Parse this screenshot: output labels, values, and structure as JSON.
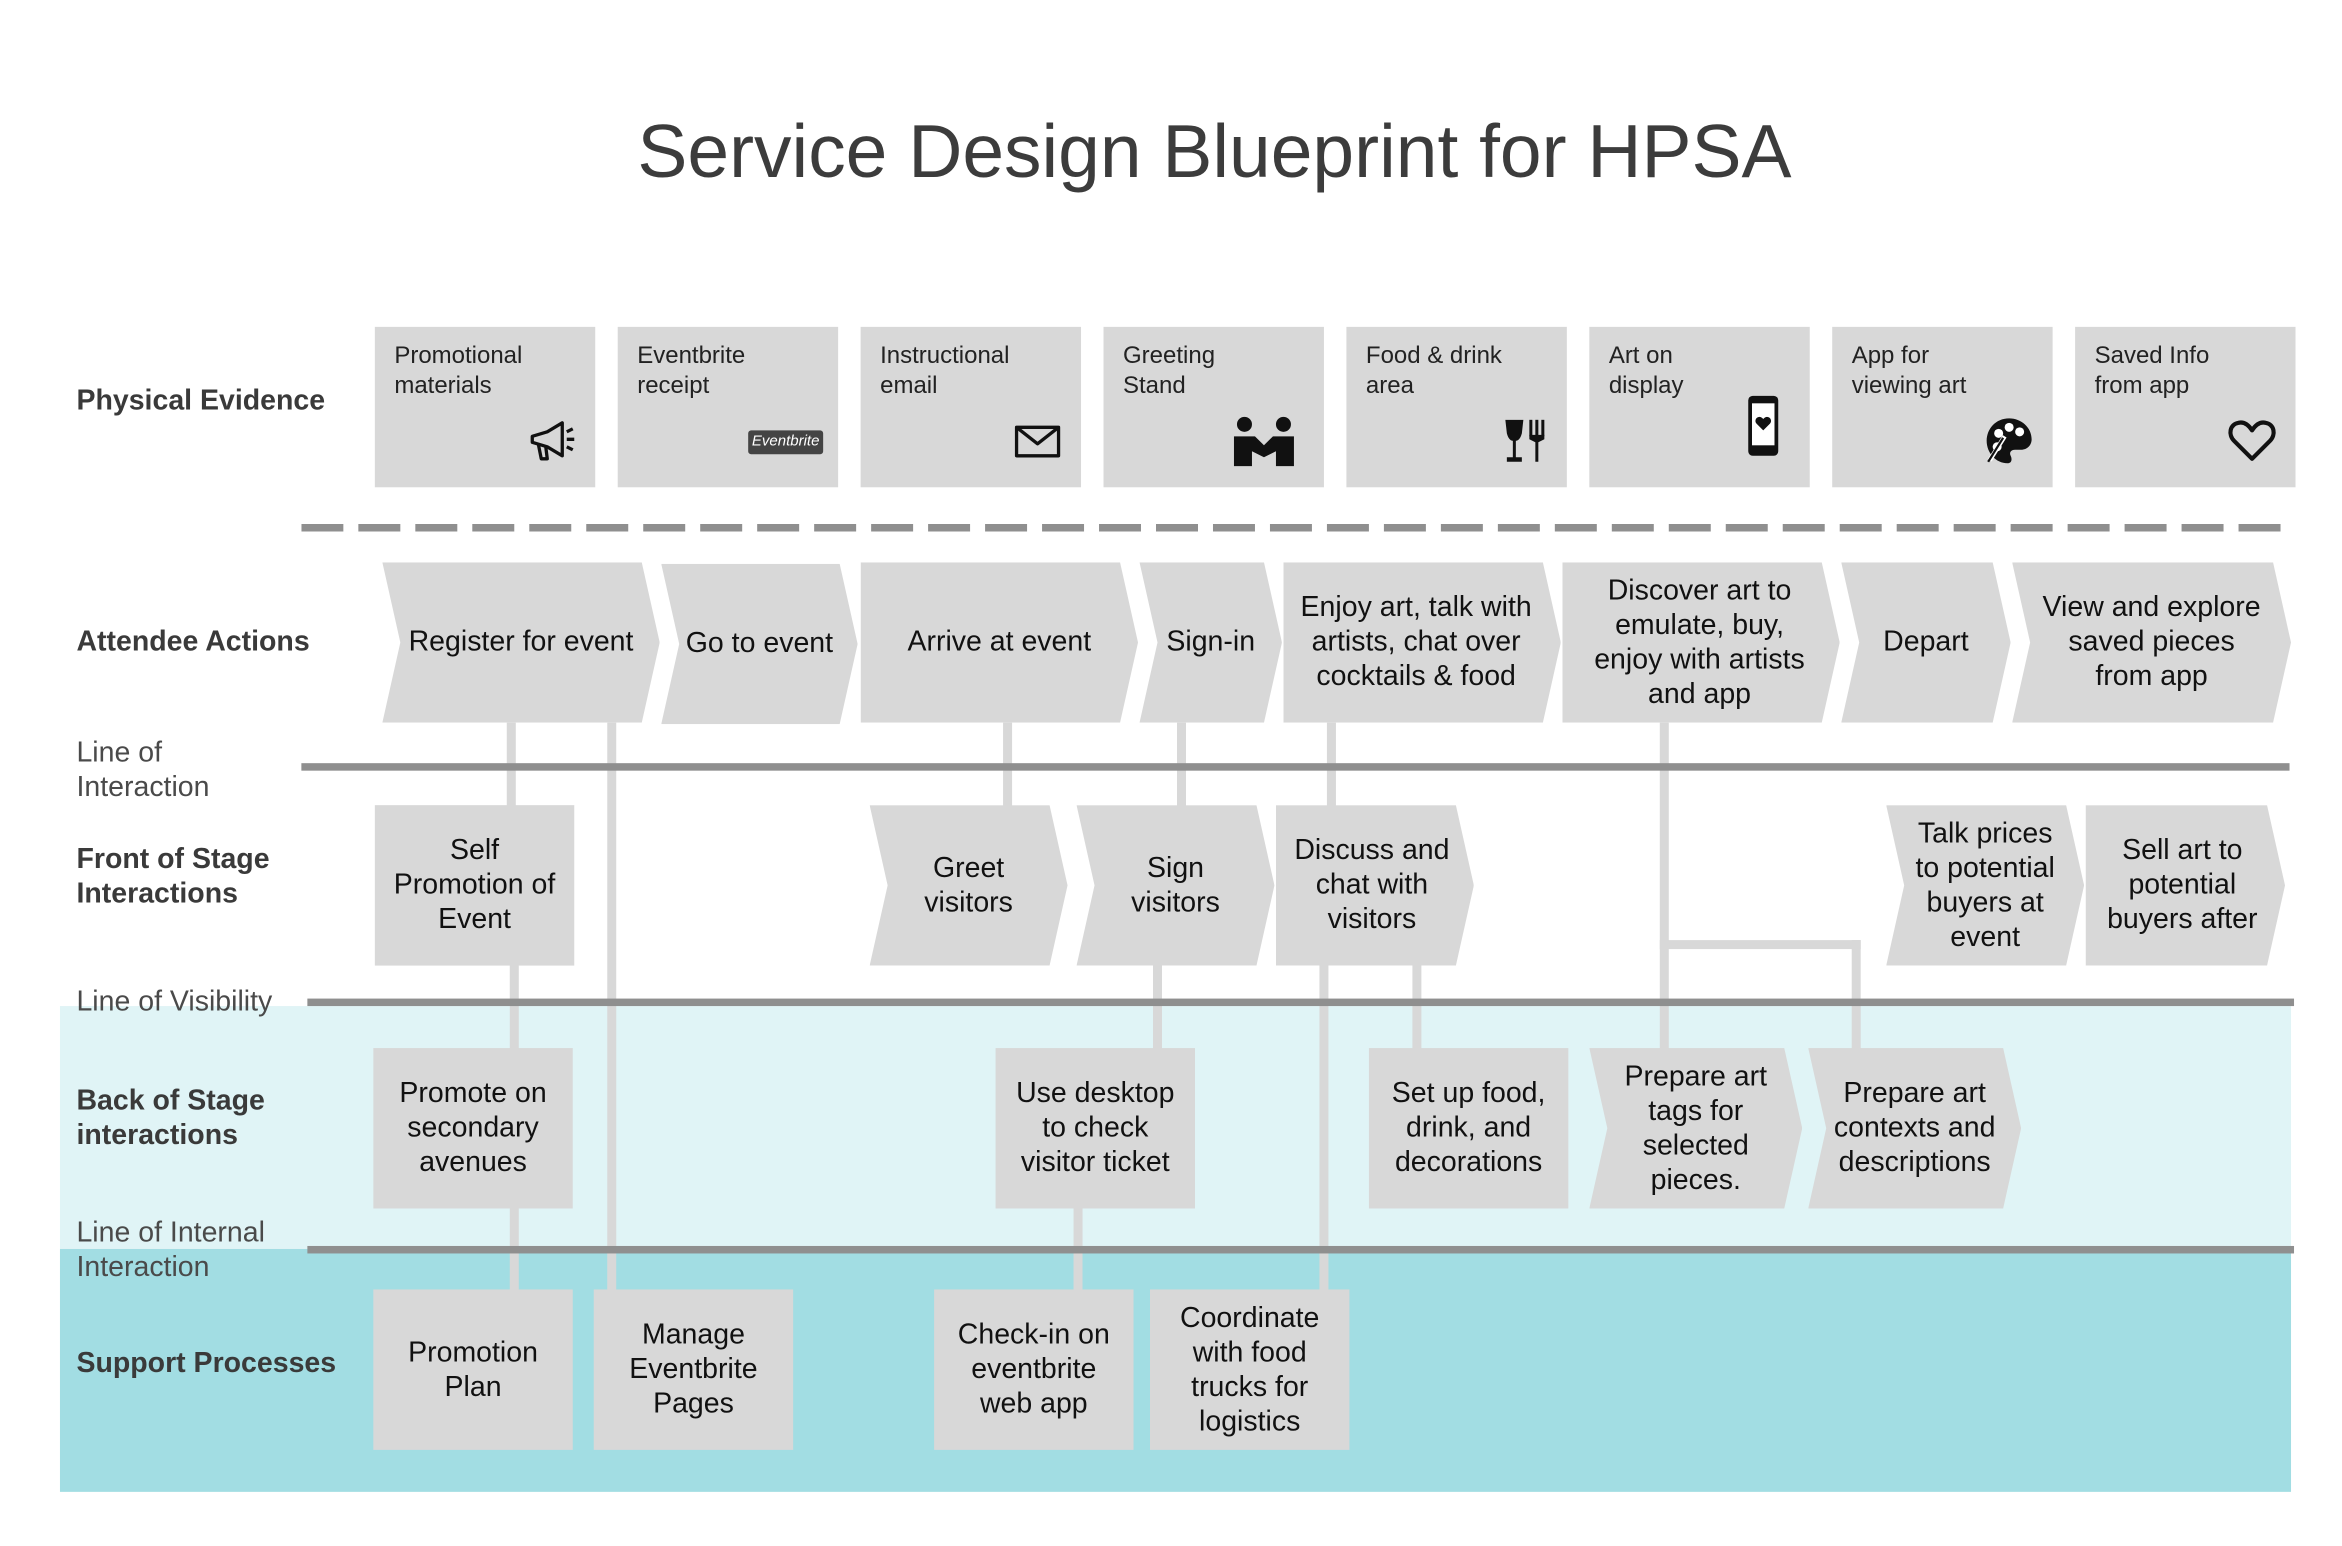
{
  "title": "Service Design Blueprint for HPSA",
  "colors": {
    "back_band": "#e0f4f6",
    "support_band": "#a2dde3",
    "box": "#d8d8d8",
    "separator": "#8f8f8f"
  },
  "rows": {
    "physical_evidence": "Physical Evidence",
    "attendee_actions": "Attendee Actions",
    "front_of_stage": "Front of Stage\nInteractions",
    "back_of_stage": "Back of Stage\ninteractions",
    "support_processes": "Support Processes"
  },
  "lines": {
    "interaction": "Line of\nInteraction",
    "visibility": "Line of Visibility",
    "internal": "Line of Internal\nInteraction"
  },
  "physical_evidence": [
    {
      "label": "Promotional\nmaterials",
      "icon": "megaphone-icon"
    },
    {
      "label": "Eventbrite\nreceipt",
      "icon": "eventbrite-logo-icon",
      "icon_text": "Eventbrite"
    },
    {
      "label": "Instructional\nemail",
      "icon": "envelope-icon"
    },
    {
      "label": "Greeting\nStand",
      "icon": "greeting-people-icon"
    },
    {
      "label": "Food & drink\narea",
      "icon": "wine-fork-icon"
    },
    {
      "label": "Art on\ndisplay",
      "icon": "phone-heart-icon"
    },
    {
      "label": "App for\nviewing art",
      "icon": "palette-icon"
    },
    {
      "label": "Saved Info\nfrom app",
      "icon": "heart-icon"
    }
  ],
  "attendee_actions": [
    "Register for event",
    "Go to event",
    "Arrive at event",
    "Sign-in",
    "Enjoy art, talk with artists, chat over cocktails & food",
    "Discover art to emulate, buy, enjoy with artists and app",
    "Depart",
    "View and explore saved pieces from app"
  ],
  "front_of_stage": [
    "Self Promotion of Event",
    "Greet visitors",
    "Sign visitors",
    "Discuss and chat with visitors",
    "Talk prices to potential buyers at event",
    "Sell art to potential buyers after"
  ],
  "back_of_stage": [
    "Promote on secondary avenues",
    "Use desktop to check visitor ticket",
    "Set up food, drink, and decorations",
    "Prepare art tags for selected pieces.",
    "Prepare art contexts and descriptions"
  ],
  "support_processes": [
    "Promotion Plan",
    "Manage Eventbrite Pages",
    "Check-in on eventbrite web app",
    "Coordinate with  food trucks for logistics"
  ]
}
